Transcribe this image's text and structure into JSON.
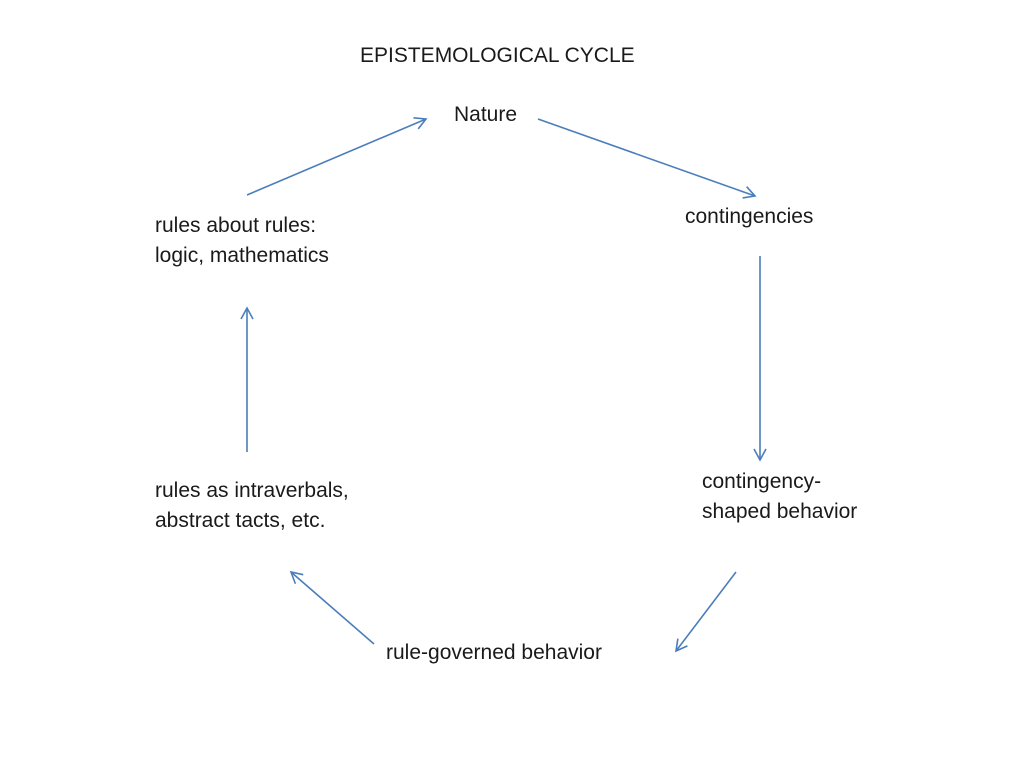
{
  "diagram": {
    "title": "EPISTEMOLOGICAL CYCLE",
    "nodes": {
      "nature": {
        "lines": [
          "Nature"
        ]
      },
      "contingencies": {
        "lines": [
          "contingencies"
        ]
      },
      "contingency_shaped": {
        "lines": [
          "contingency-",
          "shaped behavior"
        ]
      },
      "rule_governed": {
        "lines": [
          "rule-governed behavior"
        ]
      },
      "rules_intraverbals": {
        "lines": [
          "rules as intraverbals,",
          "abstract tacts, etc."
        ]
      },
      "rules_about_rules": {
        "lines": [
          "rules about rules:",
          "logic, mathematics"
        ]
      }
    },
    "edges": [
      {
        "from": "nature",
        "to": "contingencies"
      },
      {
        "from": "contingencies",
        "to": "contingency_shaped"
      },
      {
        "from": "contingency_shaped",
        "to": "rule_governed"
      },
      {
        "from": "rule_governed",
        "to": "rules_intraverbals"
      },
      {
        "from": "rules_intraverbals",
        "to": "rules_about_rules"
      },
      {
        "from": "rules_about_rules",
        "to": "nature"
      }
    ],
    "colors": {
      "arrow": "#4a7ebb",
      "text": "#1a1a1a",
      "background": "#ffffff"
    }
  }
}
